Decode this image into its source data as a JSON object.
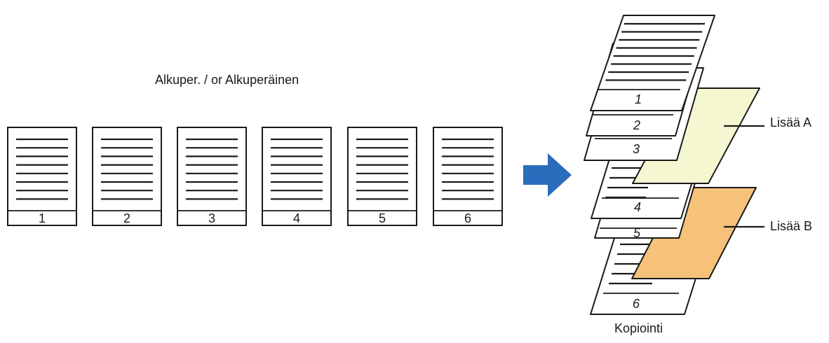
{
  "originals": {
    "title": "Alkuper. / or Alkuperäinen",
    "pages": [
      "1",
      "2",
      "3",
      "4",
      "5",
      "6"
    ]
  },
  "output": {
    "title": "Kopiointi",
    "pages": [
      "1",
      "2",
      "3",
      "4",
      "5",
      "6"
    ],
    "inserts": [
      {
        "label": "Lisää A",
        "color": "#f4f7cf"
      },
      {
        "label": "Lisää B",
        "color": "#f6c27a"
      }
    ]
  },
  "colors": {
    "arrow": "#2b6cbd",
    "line": "#1a1a1a",
    "paper": "#ffffff"
  }
}
